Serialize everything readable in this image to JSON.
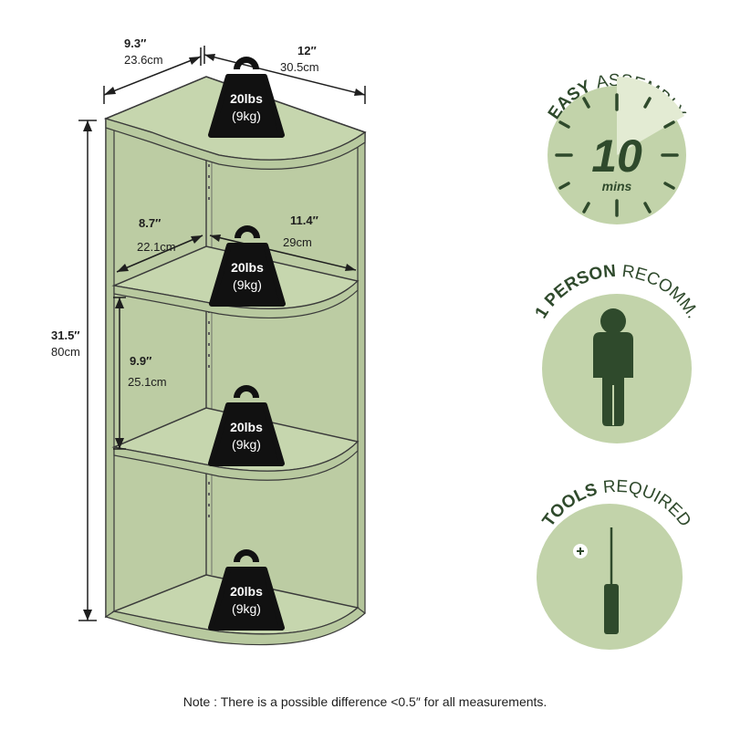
{
  "dimensions": {
    "top_depth": {
      "in": "9.3″",
      "cm": "23.6cm"
    },
    "top_width": {
      "in": "12″",
      "cm": "30.5cm"
    },
    "height": {
      "in": "31.5″",
      "cm": "80cm"
    },
    "shelf_depth": {
      "in": "8.7″",
      "cm": "22.1cm"
    },
    "shelf_width": {
      "in": "11.4″",
      "cm": "29cm"
    },
    "shelf_spacing": {
      "in": "9.9″",
      "cm": "25.1cm"
    }
  },
  "weight_capacity": {
    "lbs": "20lbs",
    "kg": "(9kg)"
  },
  "badges": {
    "assembly": {
      "bold": "EASY",
      "rest": "ASSEMBLY",
      "number": "10",
      "unit": "mins"
    },
    "person": {
      "bold": "1 PERSON",
      "rest": "RECOMM."
    },
    "tools": {
      "bold": "TOOLS",
      "rest": "REQUIRED"
    }
  },
  "note": "Note : There is a possible difference <0.5″ for all measurements.",
  "colors": {
    "shelf_fill": "#c6d6ae",
    "shelf_stroke": "#3a3a3a",
    "badge_fill": "#c2d3aa",
    "badge_dark": "#2f4a2c",
    "weight_black": "#111111"
  },
  "icons": [
    "weight-icon",
    "clock-icon",
    "person-icon",
    "screwdriver-icon"
  ]
}
